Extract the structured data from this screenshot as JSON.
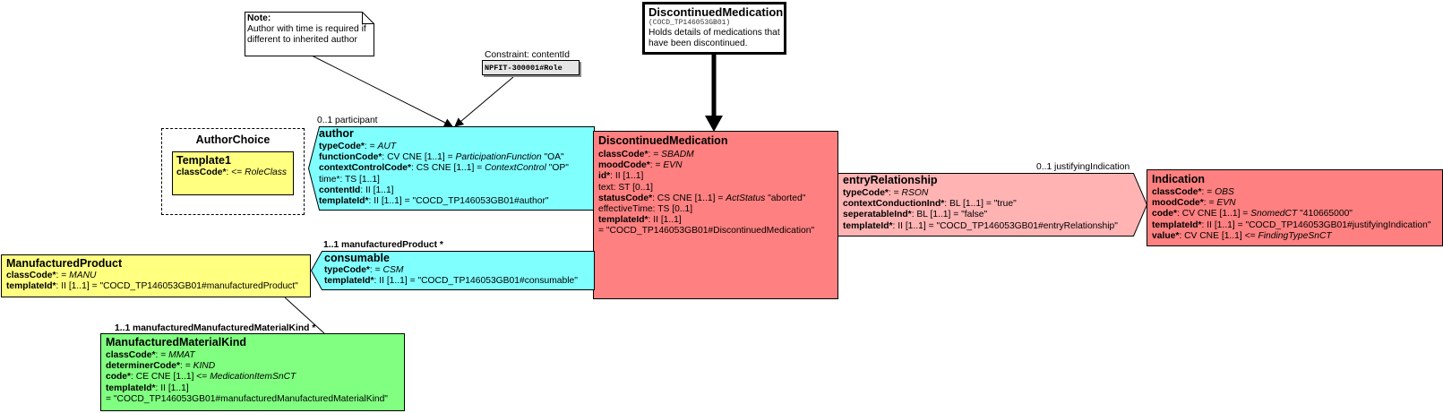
{
  "header": {
    "title": "DiscontinuedMedication",
    "code": "(COCD_TP146053GB01)",
    "description_l1": "Holds details of medications that",
    "description_l2": "have been discontinued."
  },
  "note": {
    "title": "Note:",
    "l1": "Author with time is required if",
    "l2": "different to inherited author"
  },
  "constraint": {
    "title": "Constraint: contentId",
    "value": "NPFIT-300001#Role"
  },
  "author_choice": {
    "title": "AuthorChoice",
    "template_title": "Template1",
    "class_code_label": "classCode*",
    "class_code_op": ": <= ",
    "class_code_value": "RoleClass"
  },
  "author": {
    "title": "author",
    "assoc_label": "0..1 participant",
    "r1": {
      "a": "typeCode*",
      "b": ": = ",
      "c": "AUT"
    },
    "r2": {
      "a": "functionCode*",
      "b": ": CV CNE [1..1] = ",
      "c": "ParticipationFunction",
      "d": " \"OA\""
    },
    "r3": {
      "a": "contextControlCode*",
      "b": ": CS CNE [1..1] = ",
      "c": "ContextControl",
      "d": " \"OP\""
    },
    "r4": "time*: TS [1..1]",
    "r5": {
      "a": "contentId",
      "b": ": II [1..1]"
    },
    "r6": {
      "a": "templateId*",
      "b": ": II [1..1] = \"COCD_TP146053GB01#author\""
    }
  },
  "main": {
    "title": "DiscontinuedMedication",
    "r1": {
      "a": "classCode*",
      "b": ": = ",
      "c": "SBADM"
    },
    "r2": {
      "a": "moodCode*",
      "b": ": = ",
      "c": "EVN"
    },
    "r3": {
      "a": "id*",
      "b": ": II [1..1]"
    },
    "r4": "text: ST [0..1]",
    "r5": {
      "a": "statusCode*",
      "b": ": CS CNE [1..1] = ",
      "c": "ActStatus",
      "d": " \"aborted\""
    },
    "r6": "effectiveTime: TS [0..1]",
    "r7": {
      "a": "templateId*",
      "b": ": II [1..1]"
    },
    "r8": " = \"COCD_TP146053GB01#DiscontinuedMedication\""
  },
  "entry": {
    "title": "entryRelationship",
    "assoc_label": "0..1 justifyingIndication",
    "r1": {
      "a": "typeCode*",
      "b": ": = ",
      "c": "RSON"
    },
    "r2": {
      "a": "contextConductionInd*",
      "b": ": BL [1..1] = \"true\""
    },
    "r3": {
      "a": "seperatableInd*",
      "b": ": BL [1..1] = \"false\""
    },
    "r4": {
      "a": "templateId*",
      "b": ": II [1..1] = \"COCD_TP146053GB01#entryRelationship\""
    }
  },
  "indication": {
    "title": "Indication",
    "r1": {
      "a": "classCode*",
      "b": ": = ",
      "c": "OBS"
    },
    "r2": {
      "a": "moodCode*",
      "b": ": = ",
      "c": "EVN"
    },
    "r3": {
      "a": "code*",
      "b": ": CV CNE [1..1] = ",
      "c": "SnomedCT",
      "d": " \"410665000\""
    },
    "r4": {
      "a": "templateId*",
      "b": ": II [1..1] = \"COCD_TP146053GB01#justifyingIndication\""
    },
    "r5": {
      "a": "value*",
      "b": ": CV CNE [1..1] <= ",
      "c": "FindingTypeSnCT"
    }
  },
  "consumable": {
    "title": "consumable",
    "assoc_label": "1..1 manufacturedProduct  *",
    "r1": {
      "a": "typeCode*",
      "b": ": = ",
      "c": "CSM"
    },
    "r2": {
      "a": "templateId*",
      "b": ": II [1..1] = \"COCD_TP146053GB01#consumable\""
    }
  },
  "product": {
    "title": "ManufacturedProduct",
    "r1": {
      "a": "classCode*",
      "b": ": = ",
      "c": "MANU"
    },
    "r2": {
      "a": "templateId*",
      "b": ": II [1..1] = \"COCD_TP146053GB01#manufacturedProduct\""
    }
  },
  "material": {
    "title": "ManufacturedMaterialKind",
    "assoc_label": "1..1 manufacturedManufacturedMaterialKind  *",
    "r1": {
      "a": "classCode*",
      "b": ": = ",
      "c": "MMAT"
    },
    "r2": {
      "a": "determinerCode*",
      "b": ": = ",
      "c": "KIND"
    },
    "r3": {
      "a": "code*",
      "b": ": CE CNE [1..1] <= ",
      "c": "MedicationItemSnCT"
    },
    "r4": {
      "a": "templateId*",
      "b": ": II [1..1]"
    },
    "r5": " = \"COCD_TP146053GB01#manufacturedManufacturedMaterialKind\""
  },
  "colors": {
    "act": "#ff8080",
    "act_relationship": "#ffb3b3",
    "participation": "#80ffff",
    "role": "#ffff80",
    "entity": "#80ff80"
  }
}
